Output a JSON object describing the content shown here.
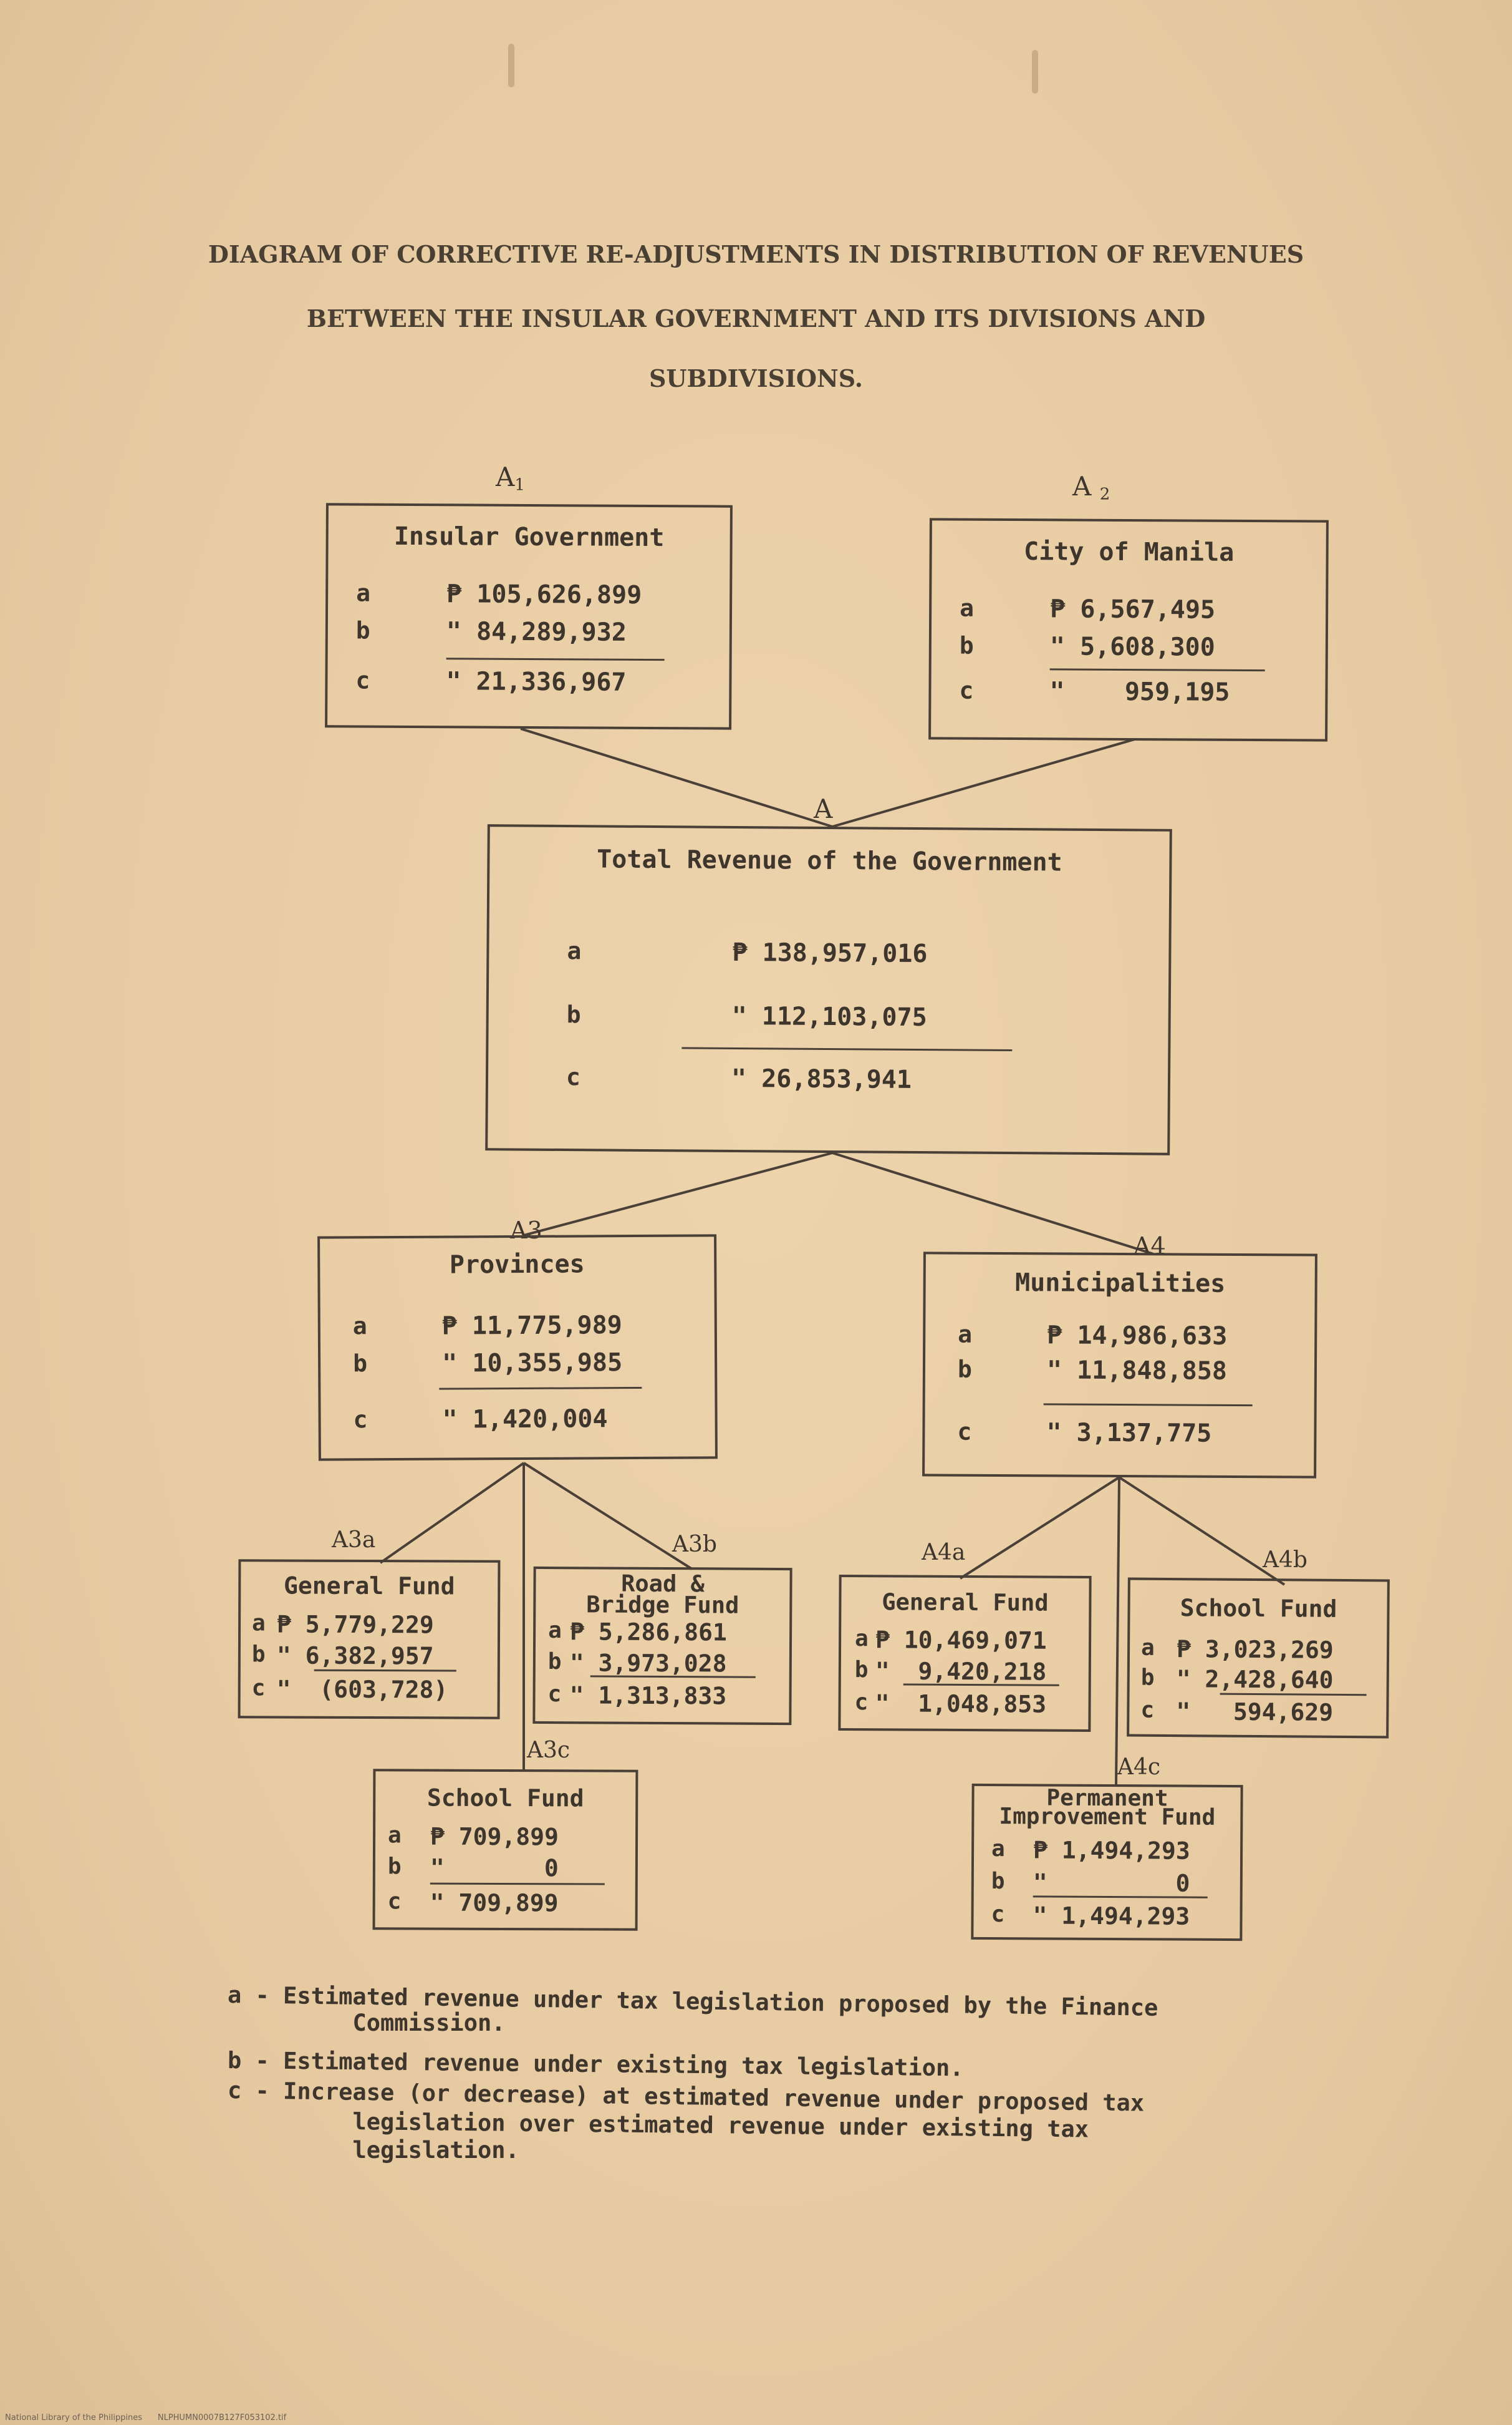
{
  "title_lines": [
    "DIAGRAM OF CORRECTIVE RE-ADJUSTMENTS IN DISTRIBUTION OF REVENUES",
    "BETWEEN THE INSULAR GOVERNMENT AND ITS DIVISIONS AND",
    "SUBDIVISIONS."
  ],
  "nodes": {
    "a1": {
      "tag": "A",
      "tag_sub": "1",
      "title": "Insular Government",
      "a_label": "a",
      "a_value": "₱ 105,626,899",
      "b_label": "b",
      "b_value": "\" 84,289,932",
      "c_label": "c",
      "c_value": "\" 21,336,967"
    },
    "a2": {
      "tag": "A",
      "tag_sub": "2",
      "title": "City of Manila",
      "a_label": "a",
      "a_value": "₱ 6,567,495",
      "b_label": "b",
      "b_value": "\" 5,608,300",
      "c_label": "c",
      "c_value": "\"    959,195"
    },
    "a": {
      "tag": "A",
      "tag_sub": "",
      "title": "Total Revenue of the Government",
      "a_label": "a",
      "a_value": "₱ 138,957,016",
      "b_label": "b",
      "b_value": "\" 112,103,075",
      "c_label": "c",
      "c_value": "\" 26,853,941"
    },
    "a3": {
      "tag": "A3",
      "tag_sub": "",
      "title": "Provinces",
      "a_label": "a",
      "a_value": "₱ 11,775,989",
      "b_label": "b",
      "b_value": "\" 10,355,985",
      "c_label": "c",
      "c_value": "\" 1,420,004"
    },
    "a4": {
      "tag": "A4",
      "tag_sub": "",
      "title": "Municipalities",
      "a_label": "a",
      "a_value": "₱ 14,986,633",
      "b_label": "b",
      "b_value": "\" 11,848,858",
      "c_label": "c",
      "c_value": "\" 3,137,775"
    },
    "a3a": {
      "tag": "A3a",
      "tag_sub": "",
      "title": "General Fund",
      "a_label": "a",
      "a_value": "₱ 5,779,229",
      "b_label": "b",
      "b_value": "\" 6,382,957",
      "c_label": "c",
      "c_value": "\"  (603,728)"
    },
    "a3b": {
      "tag": "A3b",
      "tag_sub": "",
      "title": "Road & Bridge Fund",
      "a_label": "a",
      "a_value": "₱ 5,286,861",
      "b_label": "b",
      "b_value": "\" 3,973,028",
      "c_label": "c",
      "c_value": "\" 1,313,833"
    },
    "a3c": {
      "tag": "A3c",
      "tag_sub": "",
      "title": "School Fund",
      "a_label": "a",
      "a_value": "₱ 709,899",
      "b_label": "b",
      "b_value": "\"       0",
      "c_label": "c",
      "c_value": "\" 709,899"
    },
    "a4a": {
      "tag": "A4a",
      "tag_sub": "",
      "title": "General Fund",
      "a_label": "a",
      "a_value": "₱ 10,469,071",
      "b_label": "b",
      "b_value": "\"  9,420,218",
      "c_label": "c",
      "c_value": "\"  1,048,853"
    },
    "a4b": {
      "tag": "A4b",
      "tag_sub": "",
      "title": "School Fund",
      "a_label": "a",
      "a_value": "₱ 3,023,269",
      "b_label": "b",
      "b_value": "\" 2,428,640",
      "c_label": "c",
      "c_value": "\"   594,629"
    },
    "a4c": {
      "tag": "A4c",
      "tag_sub": "",
      "title_1": "Permanent",
      "title_2": "Improvement Fund",
      "a_label": "a",
      "a_value": "₱ 1,494,293",
      "b_label": "b",
      "b_value": "\"         0",
      "c_label": "c",
      "c_value": "\" 1,494,293"
    }
  },
  "legend": [
    "a - Estimated revenue under tax legislation proposed by the Finance",
    "         Commission.",
    "b - Estimated revenue under existing tax legislation.",
    "c - Increase (or decrease) at estimated revenue under proposed tax",
    "         legislation over estimated revenue under existing tax",
    "         legislation."
  ],
  "footer": "National Library of the Philippines      NLPHUMN0007B127F053102.tif",
  "colors": {
    "paper": "#e9cea6",
    "ink": "#3e352c"
  }
}
